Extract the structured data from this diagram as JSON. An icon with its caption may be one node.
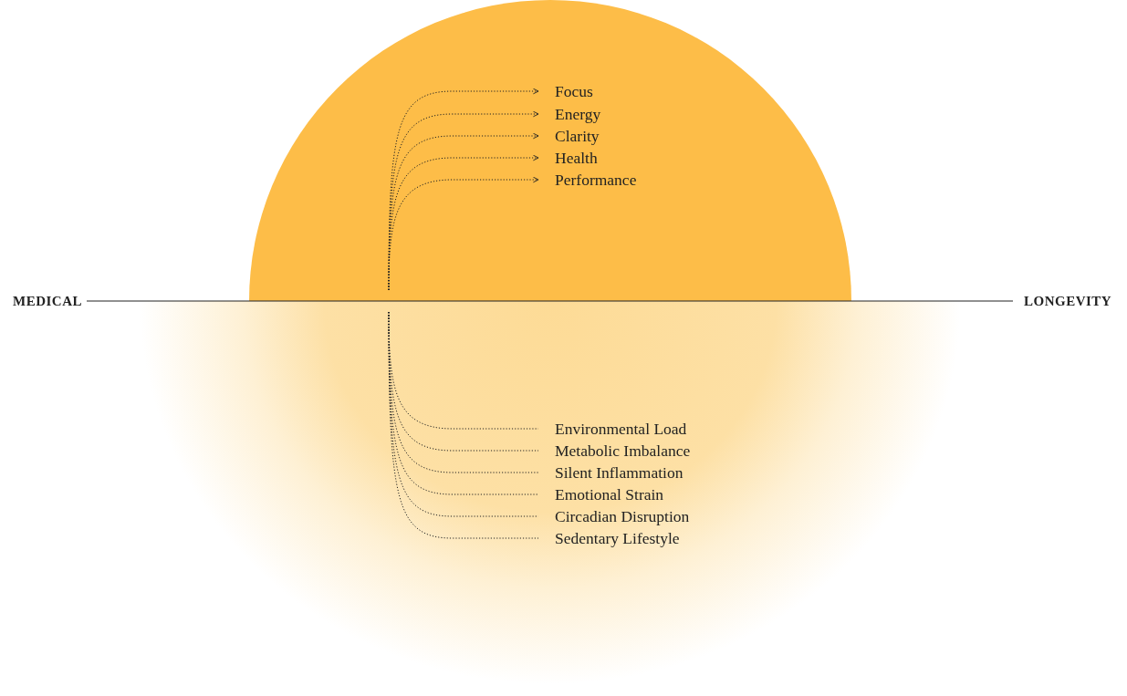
{
  "diagram": {
    "nodes": [
      {
        "text": [
          "MEDICAL"
        ]
      },
      {
        "text": [
          "LONGEVITY"
        ]
      },
      {
        "text": [
          "Focus"
        ]
      },
      {
        "text": [
          "Energy"
        ]
      },
      {
        "text": [
          "Clarity"
        ]
      },
      {
        "text": [
          "Health"
        ]
      },
      {
        "text": [
          "Performance"
        ]
      },
      {
        "text": [
          "Environmental Load"
        ]
      },
      {
        "text": [
          "Metabolic Imbalance"
        ]
      },
      {
        "text": [
          "Silent Inflammation"
        ]
      },
      {
        "text": [
          "Emotional Strain"
        ]
      },
      {
        "text": [
          "Circadian Disruption"
        ]
      },
      {
        "text": [
          "Sedentary Lifestyle"
        ]
      }
    ],
    "edges": [
      {
        "from": 0,
        "to": 1,
        "arrow": "none"
      },
      {
        "from": null,
        "to": 2,
        "arrow": "to",
        "style": "dashed"
      },
      {
        "from": null,
        "to": 3,
        "arrow": "to",
        "style": "dashed"
      },
      {
        "from": null,
        "to": 4,
        "arrow": "to",
        "style": "dashed"
      },
      {
        "from": null,
        "to": 5,
        "arrow": "to",
        "style": "dashed"
      },
      {
        "from": null,
        "to": 6,
        "arrow": "to",
        "style": "dashed"
      },
      {
        "from": null,
        "to": 7,
        "arrow": "none",
        "style": "dashed"
      },
      {
        "from": null,
        "to": 8,
        "arrow": "none",
        "style": "dashed"
      },
      {
        "from": null,
        "to": 9,
        "arrow": "none",
        "style": "dashed"
      },
      {
        "from": null,
        "to": 10,
        "arrow": "none",
        "style": "dashed"
      },
      {
        "from": null,
        "to": 11,
        "arrow": "none",
        "style": "dashed"
      },
      {
        "from": null,
        "to": 12,
        "arrow": "none",
        "style": "dashed"
      }
    ]
  }
}
